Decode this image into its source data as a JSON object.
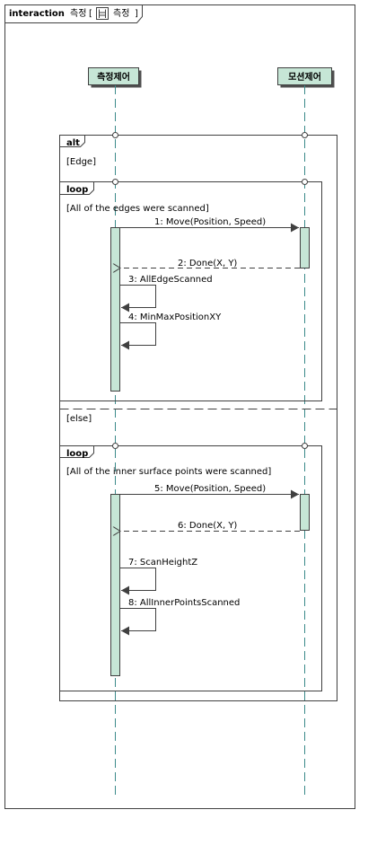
{
  "frame": {
    "keyword": "interaction",
    "name": "측정",
    "bracket_open": "[",
    "bracket_close": "]",
    "icon": "diagram-icon",
    "diagram_name": "측정"
  },
  "lifelines": [
    {
      "name": "측정제어"
    },
    {
      "name": "모션제어"
    }
  ],
  "fragments": {
    "alt": {
      "operator": "alt",
      "guard1": "[Edge]",
      "guard2": "[else]"
    },
    "loop1": {
      "operator": "loop",
      "guard": "[All of the edges were scanned]"
    },
    "loop2": {
      "operator": "loop",
      "guard": "[All of the  inner surface points were scanned]"
    }
  },
  "messages": [
    {
      "label": "1:  Move(Position, Speed)"
    },
    {
      "label": "2:  Done(X, Y)"
    },
    {
      "label": "3:  AllEdgeScanned"
    },
    {
      "label": "4:  MinMaxPositionXY"
    },
    {
      "label": "5:  Move(Position, Speed)"
    },
    {
      "label": "6:  Done(X, Y)"
    },
    {
      "label": "7:  ScanHeightZ"
    },
    {
      "label": "8:  AllInnerPointsScanned"
    }
  ],
  "colors": {
    "activation_fill": "#c6e6d6",
    "lifeline_dash": "#3a8a8a",
    "line": "#404040"
  }
}
